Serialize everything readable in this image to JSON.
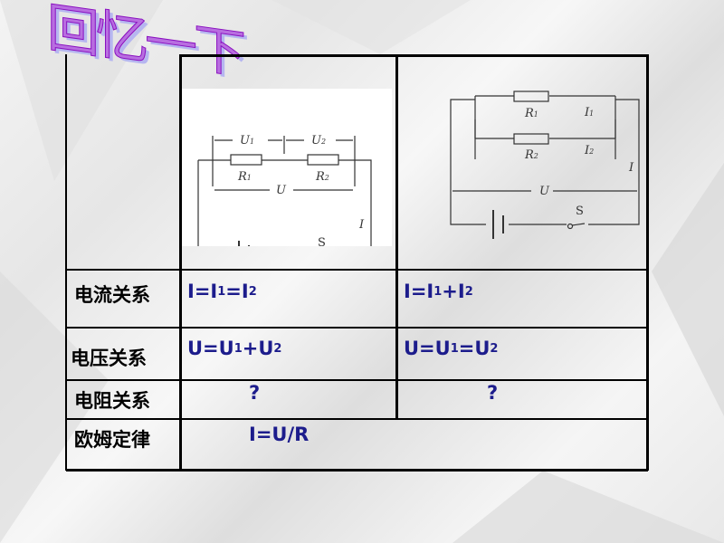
{
  "title": "回忆一下",
  "circuits": {
    "series": {
      "u1": "U",
      "u2": "U",
      "u": "U",
      "r1": "R",
      "r2": "R",
      "i": "I",
      "s": "S",
      "sub1": "1",
      "sub2": "2"
    },
    "parallel": {
      "r1": "R",
      "r2": "R",
      "i1": "I",
      "i2": "I",
      "i": "I",
      "u": "U",
      "s": "S",
      "sub1": "1",
      "sub2": "2"
    }
  },
  "rows": [
    {
      "label": "电流关系",
      "series": {
        "a": "I=I",
        "s1": "1",
        "b": "=I",
        "s2": "2"
      },
      "parallel": {
        "a": "I=I",
        "s1": "1",
        "b": "+I",
        "s2": "2"
      }
    },
    {
      "label": "电压关系",
      "series": {
        "a": "U=U",
        "s1": "1",
        "b": "+U",
        "s2": "2"
      },
      "parallel": {
        "a": "U=U",
        "s1": "1",
        "b": "=U",
        "s2": "2"
      }
    },
    {
      "label": "电阻关系",
      "series": "?",
      "parallel": "?"
    },
    {
      "label": "欧姆定律",
      "formula": "I=U/R"
    }
  ]
}
